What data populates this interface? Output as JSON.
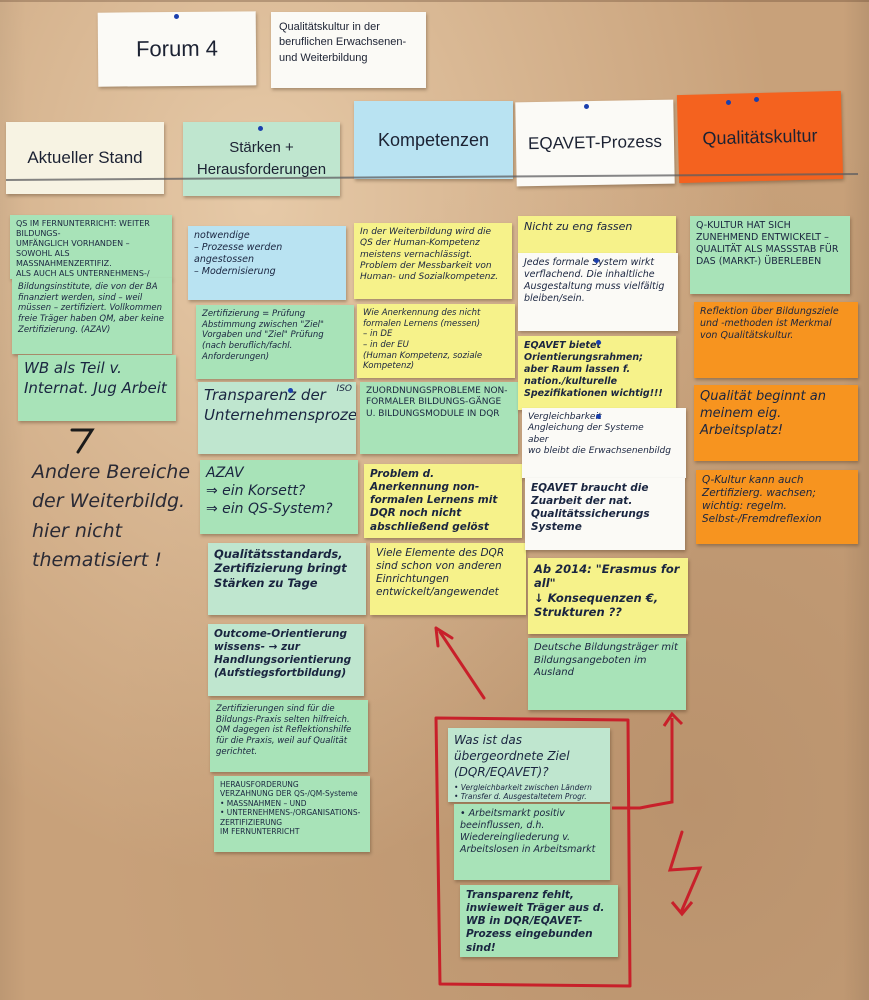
{
  "header": {
    "forum": "Forum 4",
    "topic": "Qualitätskultur in der beruflichen Erwachsenen- und Weiterbildung"
  },
  "columns": {
    "col1": "Aktueller Stand",
    "col2": "Stärken + Herausforderungen",
    "col3": "Kompetenzen",
    "col4": "EQAVET-Prozess",
    "col5": "Qualitätskultur"
  },
  "cards": {
    "c1": "QS IM FERNUNTERRICHT: WEITER BILDUNGS-\nUMFÄNGLICH VORHANDEN –\nSOWOHL ALS MASSNAHMENZERTIFIZ.\nALS AUCH ALS UNTERNEHMENS-/\nORGANISATIONS ZERTIFIZIERUNG",
    "c2": "Bildungsinstitute, die von der BA finanziert werden, sind – weil müssen – zertifiziert. Vollkommen freie Träger haben QM, aber keine Zertifizierung. (AZAV)",
    "c3": "WB als Teil v. Internat. Jug Arbeit",
    "c4": "notwendige\n– Prozesse werden angestossen\n– Modernisierung",
    "c5": "Zertifizierung = Prüfung\nAbstimmung zwischen \"Ziel\" Vorgaben und \"Ziel\" Prüfung\n(nach beruflich/fachl. Anforderungen)",
    "c6": "Transparenz der Unternehmensprozesse",
    "c6b": "ISO",
    "c7": "AZAV\n⇒ ein Korsett?\n⇒ ein QS-System?",
    "c8": "Qualitätsstandards, Zertifizierung bringt Stärken zu Tage",
    "c9": "Outcome-Orientierung\nwissens- → zur Handlungsorientierung\n(Aufstiegsfortbildung)",
    "c10": "Zertifizierungen sind für die Bildungs-Praxis selten hilfreich. QM dagegen ist Reflektionshilfe für die Praxis, weil auf Qualität gerichtet.",
    "c11": "HERAUSFORDERUNG\nVERZAHNUNG DER QS-/QM-Systeme\n• MASSNAHMEN – UND\n• UNTERNEHMENS-/ORGANISATIONS-\nZERTIFIZIERUNG\nIM FERNUNTERRICHT",
    "c12": "In der Weiterbildung wird die QS der Human-Kompetenz meistens vernachlässigt.\nProblem der Messbarkeit von Human- und Sozialkompetenz.",
    "c13": "Wie Anerkennung des nicht formalen Lernens (messen)\n– in DE\n– in der EU\n(Human Kompetenz, soziale Kompetenz)",
    "c14": "ZUORDNUNGSPROBLEME NON-FORMALER BILDUNGS-GÄNGE U. BILDUNGSMODULE IN DQR",
    "c15": "Problem d. Anerkennung non-formalen Lernens mit DQR noch nicht abschließend gelöst",
    "c16": "Viele Elemente des DQR sind schon von anderen Einrichtungen entwickelt/angewendet",
    "c17": "Nicht zu eng fassen",
    "c18": "Jedes formale System wirkt verflachend. Die inhaltliche Ausgestaltung muss vielfältig bleiben/sein.",
    "c19": "EQAVET bietet Orientierungsrahmen; aber Raum lassen f. nation./kulturelle Spezifikationen wichtig!!!",
    "c20": "Vergleichbarkeit\nAngleichung der Systeme\naber\nwo bleibt die Erwachsenenbildg",
    "c21": "EQAVET braucht die Zuarbeit der nat. Qualitätssicherungs Systeme",
    "c22": "Ab 2014: \"Erasmus for all\"\n↓ Konsequenzen €, Strukturen ??",
    "c23": "Deutsche Bildungsträger mit Bildungsangeboten im Ausland",
    "c24": "Was ist das übergeordnete Ziel (DQR/EQAVET)?",
    "c24b": "• Vergleichbarkeit zwischen Ländern\n• Transfer d. Ausgestaltetem Progr. empf.",
    "c25": "• Arbeitsmarkt positiv beeinflussen, d.h. Wiedereingliederung v. Arbeitslosen in Arbeitsmarkt",
    "c26": "Transparenz fehlt, inwieweit Träger aus d. WB in DQR/EQAVET-Prozess eingebunden sind!",
    "c27": "Q-KULTUR HAT SICH ZUNEHMEND ENTWICKELT – QUALITÄT ALS MASSSTAB FÜR DAS (MARKT-) ÜBERLEBEN",
    "c28": "Reflektion über Bildungsziele und -methoden ist Merkmal von Qualitätskultur.",
    "c29": "Qualität beginnt an meinem eig. Arbeitsplatz!",
    "c30": "Q-Kultur kann auch Zertifizierg. wachsen; wichtig: regelm. Selbst-/Fremdreflexion"
  },
  "handwritten": {
    "note1": "Andere Bereiche\nder Weiterbildg.\nhier nicht\nthematisiert !"
  },
  "colors": {
    "paper": "#c8a17a",
    "mint": "#bfe6cf",
    "green": "#a8e3b8",
    "blue": "#b9e3f2",
    "yellow": "#f6f28a",
    "orange": "#f7941f",
    "red": "#f4621f",
    "marker_red": "#c8202a"
  }
}
